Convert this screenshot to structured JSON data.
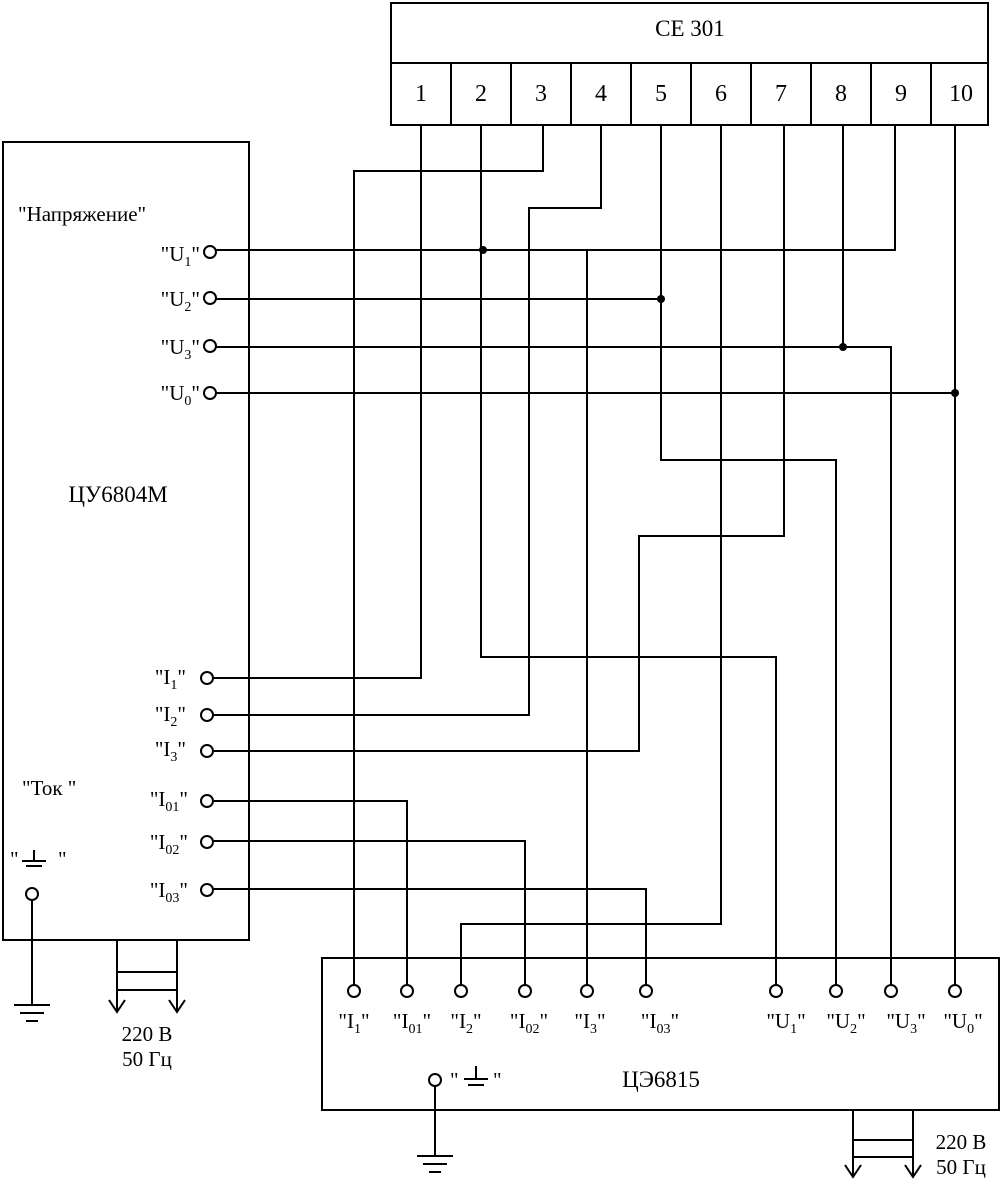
{
  "meter": {
    "title": "CE 301",
    "terminals": [
      "1",
      "2",
      "3",
      "4",
      "5",
      "6",
      "7",
      "8",
      "9",
      "10"
    ]
  },
  "calibrator": {
    "name": "ЦУ6804М",
    "voltage_group": "\"Напряжение\"",
    "current_group": "\"Ток \"",
    "ground_label": "\"",
    "ground_label_end": "\"",
    "outputs": [
      {
        "q1": "\"",
        "main": "U",
        "sub": "1",
        "q2": "\""
      },
      {
        "q1": "\"",
        "main": "U",
        "sub": "2",
        "q2": "\""
      },
      {
        "q1": "\"",
        "main": "U",
        "sub": "3",
        "q2": "\""
      },
      {
        "q1": "\"",
        "main": "U",
        "sub": "0",
        "q2": "\""
      },
      {
        "q1": "\"",
        "main": "I",
        "sub": "1",
        "q2": "\""
      },
      {
        "q1": "\"",
        "main": "I",
        "sub": "2",
        "q2": "\""
      },
      {
        "q1": "\"",
        "main": "I",
        "sub": "3",
        "q2": "\""
      },
      {
        "q1": "\"",
        "main": "I",
        "sub": "01",
        "q2": "\""
      },
      {
        "q1": "\"",
        "main": "I",
        "sub": "02",
        "q2": "\""
      },
      {
        "q1": "\"",
        "main": "I",
        "sub": "03",
        "q2": "\""
      }
    ],
    "power": {
      "voltage": "220 В",
      "frequency": "50 Гц"
    }
  },
  "reference": {
    "name": "ЦЭ6815",
    "ground_label": "\"",
    "ground_label_end": "\"",
    "inputs": [
      {
        "q1": "\"",
        "main": "I",
        "sub": "1",
        "q2": "\""
      },
      {
        "q1": "\"",
        "main": "I",
        "sub": "01",
        "q2": "\""
      },
      {
        "q1": "\"",
        "main": "I",
        "sub": "2",
        "q2": "\""
      },
      {
        "q1": "\"",
        "main": "I",
        "sub": "02",
        "q2": "\""
      },
      {
        "q1": "\"",
        "main": "I",
        "sub": "3",
        "q2": "\""
      },
      {
        "q1": "\"",
        "main": "I",
        "sub": "03",
        "q2": "\""
      },
      {
        "q1": "\"",
        "main": "U",
        "sub": "1",
        "q2": "\""
      },
      {
        "q1": "\"",
        "main": "U",
        "sub": "2",
        "q2": "\""
      },
      {
        "q1": "\"",
        "main": "U",
        "sub": "3",
        "q2": "\""
      },
      {
        "q1": "\"",
        "main": "U",
        "sub": "0",
        "q2": "\""
      }
    ],
    "power": {
      "voltage": "220 В",
      "frequency": "50 Гц"
    }
  }
}
